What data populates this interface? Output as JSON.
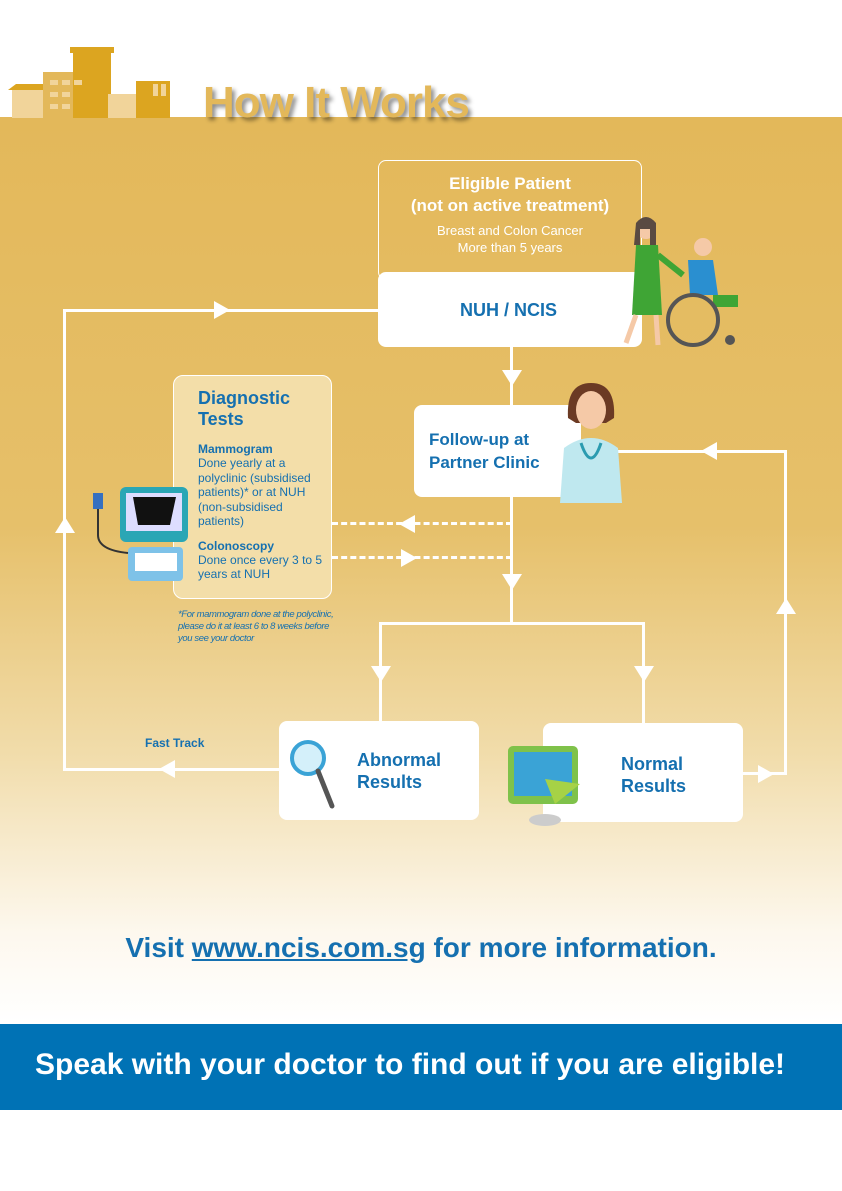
{
  "header": {
    "title": "How It Works"
  },
  "eligible": {
    "title1": "Eligible Patient",
    "title2": "(not on active treatment)",
    "sub1": "Breast and Colon Cancer",
    "sub2": "More than 5 years"
  },
  "nuh": {
    "label": "NUH / NCIS"
  },
  "followup": {
    "line1": "Follow-up at",
    "line2": "Partner Clinic"
  },
  "diagnostic": {
    "title1": "Diagnostic",
    "title2": "Tests",
    "mammogram_title": "Mammogram",
    "mammogram_text": "Done yearly at a polyclinic (subsidised patients)* or at NUH (non-subsidised patients)",
    "colonoscopy_title": "Colonoscopy",
    "colonoscopy_text": "Done once every 3 to 5 years at NUH",
    "footnote": "*For mammogram done at the polyclinic, please do it at least 6 to 8 weeks before you see your doctor"
  },
  "abnormal": {
    "line1": "Abnormal",
    "line2": "Results"
  },
  "normal": {
    "line1": "Normal",
    "line2": "Results"
  },
  "fast_track": "Fast Track",
  "visit": {
    "pre": "Visit ",
    "link": "www.ncis.com.sg",
    "post": " for more information."
  },
  "banner": "Speak with your doctor to find out if you are eligible!"
}
